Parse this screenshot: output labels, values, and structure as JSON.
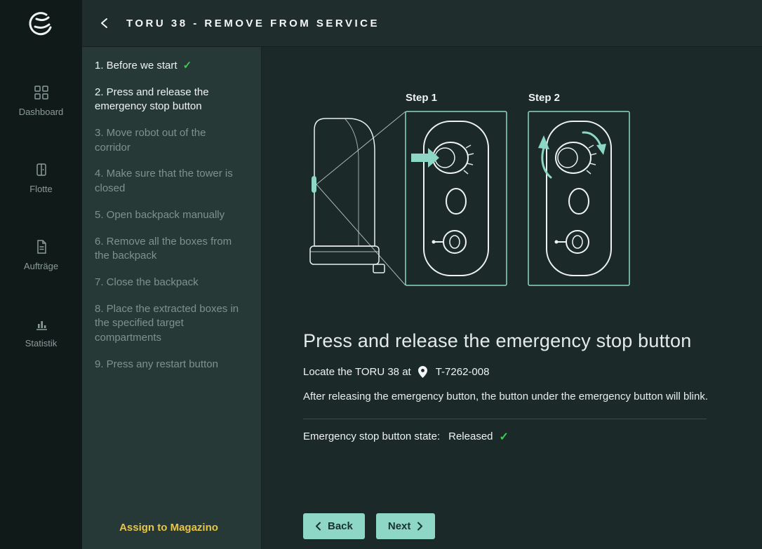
{
  "colors": {
    "accent": "#8ed6c5",
    "success": "#3ccc4e",
    "warning": "#e6c54b"
  },
  "sidebar": {
    "items": [
      {
        "label": "Dashboard"
      },
      {
        "label": "Flotte"
      },
      {
        "label": "Aufträge"
      },
      {
        "label": "Statistik"
      }
    ]
  },
  "header": {
    "title": "TORU 38 - REMOVE FROM SERVICE"
  },
  "steps": {
    "items": [
      {
        "label": "1. Before we start",
        "state": "done"
      },
      {
        "label": "2. Press and release the emergency stop button",
        "state": "active"
      },
      {
        "label": "3. Move robot out of the corridor",
        "state": "pending"
      },
      {
        "label": "4. Make sure that the tower is closed",
        "state": "pending"
      },
      {
        "label": "5. Open backpack manually",
        "state": "pending"
      },
      {
        "label": "6. Remove all the boxes from the backpack",
        "state": "pending"
      },
      {
        "label": "7. Close the backpack",
        "state": "pending"
      },
      {
        "label": "8. Place the extracted boxes in the specified target compartments",
        "state": "pending"
      },
      {
        "label": "9. Press any restart button",
        "state": "pending"
      }
    ],
    "assign_button": "Assign to Magazino"
  },
  "main": {
    "diagram": {
      "step1_label": "Step 1",
      "step2_label": "Step 2"
    },
    "heading": "Press and release the emergency stop button",
    "locate_prefix": "Locate the TORU 38 at",
    "location_code": "T-7262-008",
    "description": "After releasing the emergency button, the button under the emergency button will blink.",
    "state_label": "Emergency stop button state:",
    "state_value": "Released",
    "back_button": "Back",
    "next_button": "Next"
  },
  "icons": {
    "check": "✓"
  }
}
